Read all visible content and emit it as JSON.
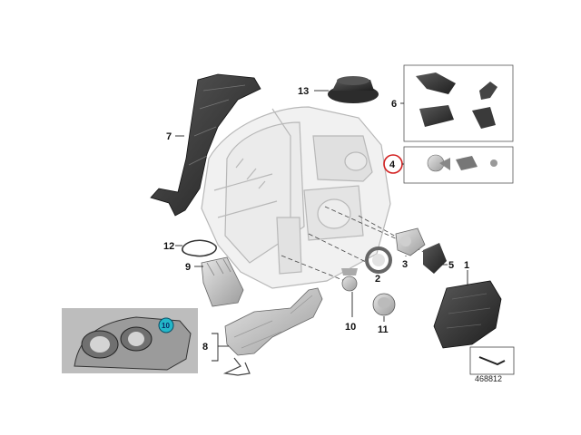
{
  "diagram": {
    "callouts": [
      {
        "id": "p1",
        "label": "1"
      },
      {
        "id": "p2",
        "label": "2"
      },
      {
        "id": "p3",
        "label": "3"
      },
      {
        "id": "p4",
        "label": "4"
      },
      {
        "id": "p5",
        "label": "5"
      },
      {
        "id": "p6",
        "label": "6"
      },
      {
        "id": "p7",
        "label": "7"
      },
      {
        "id": "p8",
        "label": "8"
      },
      {
        "id": "p9",
        "label": "9"
      },
      {
        "id": "p10",
        "label": "10"
      },
      {
        "id": "p11",
        "label": "11"
      },
      {
        "id": "p12",
        "label": "12"
      },
      {
        "id": "p13",
        "label": "13"
      }
    ],
    "inset_highlight_label": "10",
    "reference_number": "468812",
    "colors": {
      "part_fill": "#d4d4d4",
      "part_dark": "#3a3a3a",
      "housing_outline": "#b8b8b8",
      "callout_circle": "#d21f1f",
      "inset_bg": "#bdbdbd",
      "highlight": "#23b7c9"
    }
  }
}
